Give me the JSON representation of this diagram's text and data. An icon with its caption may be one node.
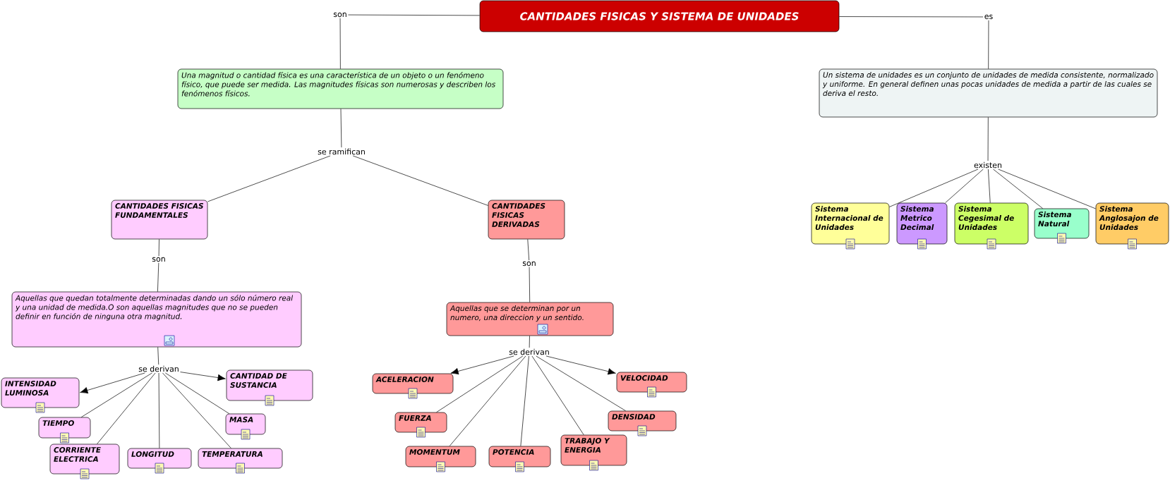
{
  "diagram": {
    "nodes": [
      {
        "text": [
          "CANTIDADES FISICAS Y SISTEMA DE UNIDADES"
        ]
      },
      {
        "text": [
          "son"
        ]
      },
      {
        "text": [
          "Una magnitud o cantidad física es una característica de un objeto o un fenómeno físico, que puede ser medida. Las magnitudes físicas son numerosas y describen los fenómenos físicos."
        ]
      },
      {
        "text": [
          "se ramifican"
        ]
      },
      {
        "text": [
          "CANTIDADES FISICAS FUNDAMENTALES"
        ]
      },
      {
        "text": [
          "CANTIDADES FISICAS DERIVADAS"
        ]
      },
      {
        "text": [
          "son"
        ]
      },
      {
        "text": [
          "Aquellas que quedan totalmente determinadas dando un sólo número real y una unidad de medida.O son aquellas magnitudes que no se pueden definir en función de ninguna otra magnitud."
        ]
      },
      {
        "text": [
          "se derivan"
        ]
      },
      {
        "text": [
          "INTENSIDAD LUMINOSA"
        ]
      },
      {
        "text": [
          "CANTIDAD DE SUSTANCIA"
        ]
      },
      {
        "text": [
          "TIEMPO"
        ]
      },
      {
        "text": [
          "MASA"
        ]
      },
      {
        "text": [
          "CORRIENTE ELECTRICA"
        ]
      },
      {
        "text": [
          "LONGITUD"
        ]
      },
      {
        "text": [
          "TEMPERATURA"
        ]
      },
      {
        "text": [
          "son"
        ]
      },
      {
        "text": [
          "Aquellas que se determinan por un numero, una direccion y un sentido."
        ]
      },
      {
        "text": [
          "se derivan"
        ]
      },
      {
        "text": [
          "ACELERACION"
        ]
      },
      {
        "text": [
          "VELOCIDAD"
        ]
      },
      {
        "text": [
          "FUERZA"
        ]
      },
      {
        "text": [
          "DENSIDAD"
        ]
      },
      {
        "text": [
          "MOMENTUM"
        ]
      },
      {
        "text": [
          "POTENCIA"
        ]
      },
      {
        "text": [
          "TRABAJO Y ENERGIA"
        ]
      },
      {
        "text": [
          "es"
        ]
      },
      {
        "text": [
          "Un sistema de unidades es un conjunto de unidades de medida consistente, normalizado y uniforme. En general definen unas pocas unidades de medida a partir de las cuales se deriva el resto."
        ]
      },
      {
        "text": [
          "existen"
        ]
      },
      {
        "text": [
          "Sistema Internacional de Unidades"
        ]
      },
      {
        "text": [
          "Sistema Metrico Decimal"
        ]
      },
      {
        "text": [
          "Sistema Cegesimal de Unidades"
        ]
      },
      {
        "text": [
          "Sistema Natural"
        ]
      },
      {
        "text": [
          "Sistema Anglosajon de Unidades"
        ]
      }
    ],
    "edges": [
      {
        "from": 0,
        "to": 1,
        "arrow": "none"
      },
      {
        "from": 1,
        "to": 2,
        "arrow": "none"
      },
      {
        "from": 2,
        "to": 3,
        "arrow": "none"
      },
      {
        "from": 3,
        "to": 4,
        "arrow": "none"
      },
      {
        "from": 3,
        "to": 5,
        "arrow": "none"
      },
      {
        "from": 4,
        "to": 6,
        "arrow": "none"
      },
      {
        "from": 6,
        "to": 7,
        "arrow": "none"
      },
      {
        "from": 7,
        "to": 8,
        "arrow": "none"
      },
      {
        "from": 8,
        "to": 9,
        "arrow": "to"
      },
      {
        "from": 8,
        "to": 10,
        "arrow": "to"
      },
      {
        "from": 8,
        "to": 11,
        "arrow": "none"
      },
      {
        "from": 8,
        "to": 12,
        "arrow": "none"
      },
      {
        "from": 8,
        "to": 13,
        "arrow": "none"
      },
      {
        "from": 8,
        "to": 14,
        "arrow": "none"
      },
      {
        "from": 8,
        "to": 15,
        "arrow": "none"
      },
      {
        "from": 5,
        "to": 16,
        "arrow": "none"
      },
      {
        "from": 16,
        "to": 17,
        "arrow": "none"
      },
      {
        "from": 17,
        "to": 18,
        "arrow": "none"
      },
      {
        "from": 18,
        "to": 19,
        "arrow": "to"
      },
      {
        "from": 18,
        "to": 20,
        "arrow": "to"
      },
      {
        "from": 18,
        "to": 21,
        "arrow": "none"
      },
      {
        "from": 18,
        "to": 22,
        "arrow": "none"
      },
      {
        "from": 18,
        "to": 23,
        "arrow": "none"
      },
      {
        "from": 18,
        "to": 24,
        "arrow": "none"
      },
      {
        "from": 18,
        "to": 25,
        "arrow": "none"
      },
      {
        "from": 0,
        "to": 26,
        "arrow": "none"
      },
      {
        "from": 26,
        "to": 27,
        "arrow": "none"
      },
      {
        "from": 27,
        "to": 28,
        "arrow": "none"
      },
      {
        "from": 28,
        "to": 29,
        "arrow": "none"
      },
      {
        "from": 28,
        "to": 30,
        "arrow": "none"
      },
      {
        "from": 28,
        "to": 31,
        "arrow": "none"
      },
      {
        "from": 28,
        "to": 32,
        "arrow": "none"
      },
      {
        "from": 28,
        "to": 33,
        "arrow": "none"
      }
    ]
  }
}
